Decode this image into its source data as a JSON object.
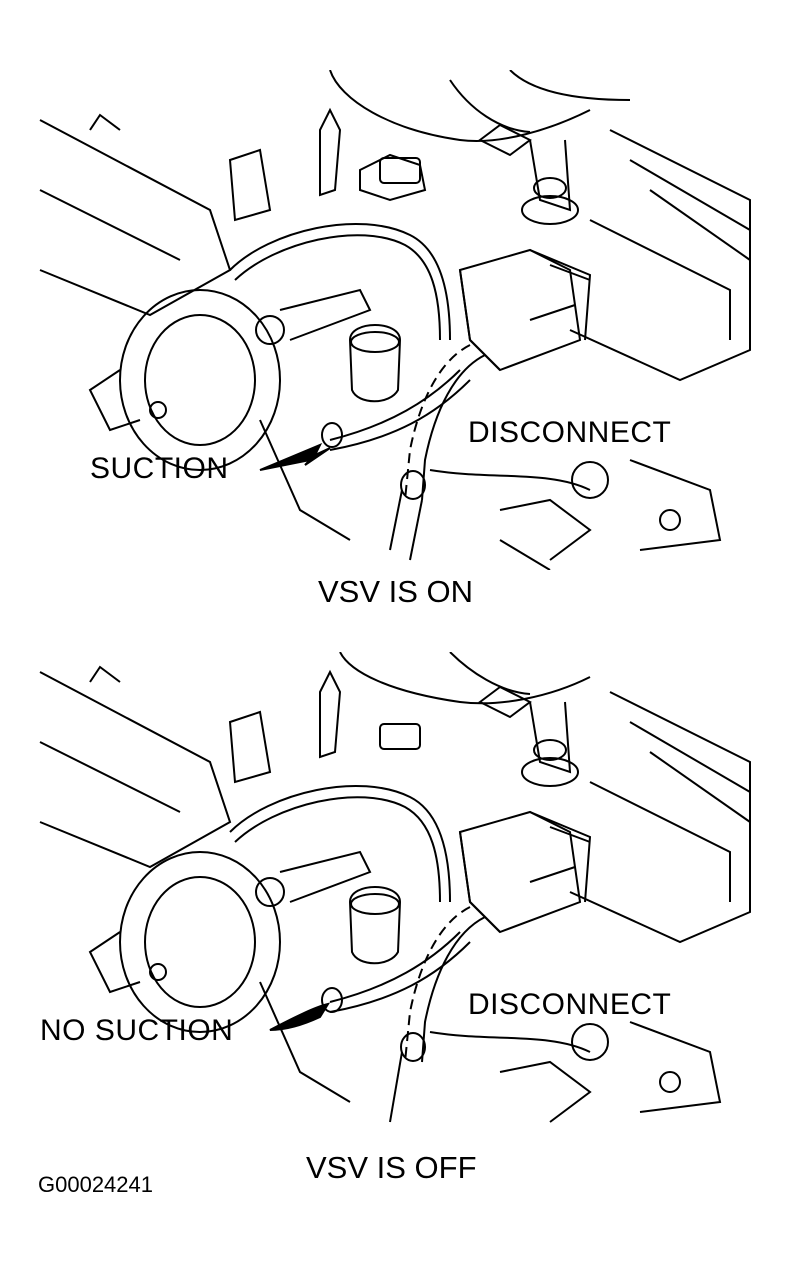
{
  "panels": [
    {
      "callout_left": "SUCTION",
      "callout_right": "DISCONNECT",
      "caption": "VSV IS ON"
    },
    {
      "callout_left": "NO SUCTION",
      "callout_right": "DISCONNECT",
      "caption": "VSV IS OFF"
    }
  ],
  "figure_id": "G00024241"
}
